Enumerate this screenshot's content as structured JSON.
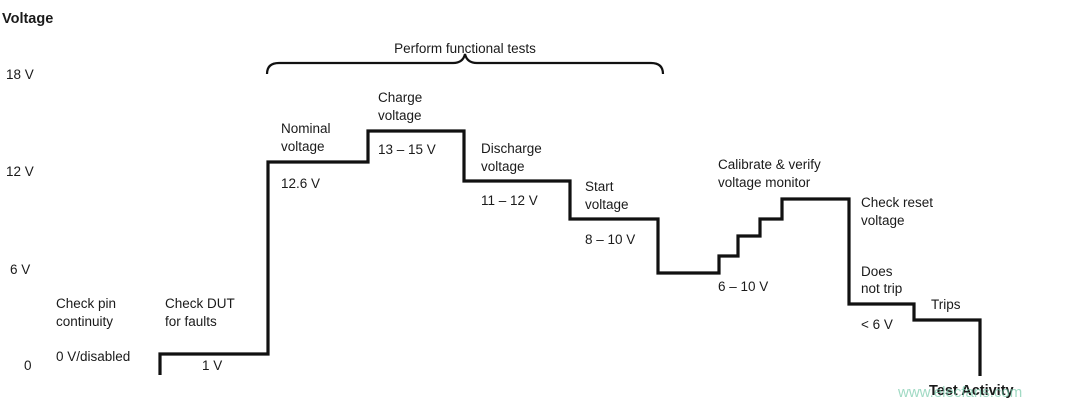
{
  "chart_data": {
    "type": "line",
    "ylabel": "Voltage",
    "xlabel": "Test Activity",
    "y_ticks": [
      "18 V",
      "12 V",
      "6 V",
      "0"
    ],
    "bracket_label": "Perform functional tests",
    "steps": [
      {
        "label": "Check pin\ncontinuity",
        "value_label": "0 V/disabled"
      },
      {
        "label": "Check DUT\nfor faults",
        "value_label": "1 V"
      },
      {
        "label": "Nominal\nvoltage",
        "value_label": "12.6 V"
      },
      {
        "label": "Charge\nvoltage",
        "value_label": "13 – 15 V"
      },
      {
        "label": "Discharge\nvoltage",
        "value_label": "11 – 12 V"
      },
      {
        "label": "Start\nvoltage",
        "value_label": "8 – 10 V"
      },
      {
        "label": "Calibrate & verify\nvoltage monitor",
        "value_label": "6 – 10 V"
      },
      {
        "label": "Check reset\nvoltage",
        "value_label": ""
      },
      {
        "label": "Does\nnot trip",
        "value_label": "< 6 V"
      },
      {
        "label": "Trips",
        "value_label": ""
      }
    ]
  },
  "watermark": "www.elecfans.com"
}
